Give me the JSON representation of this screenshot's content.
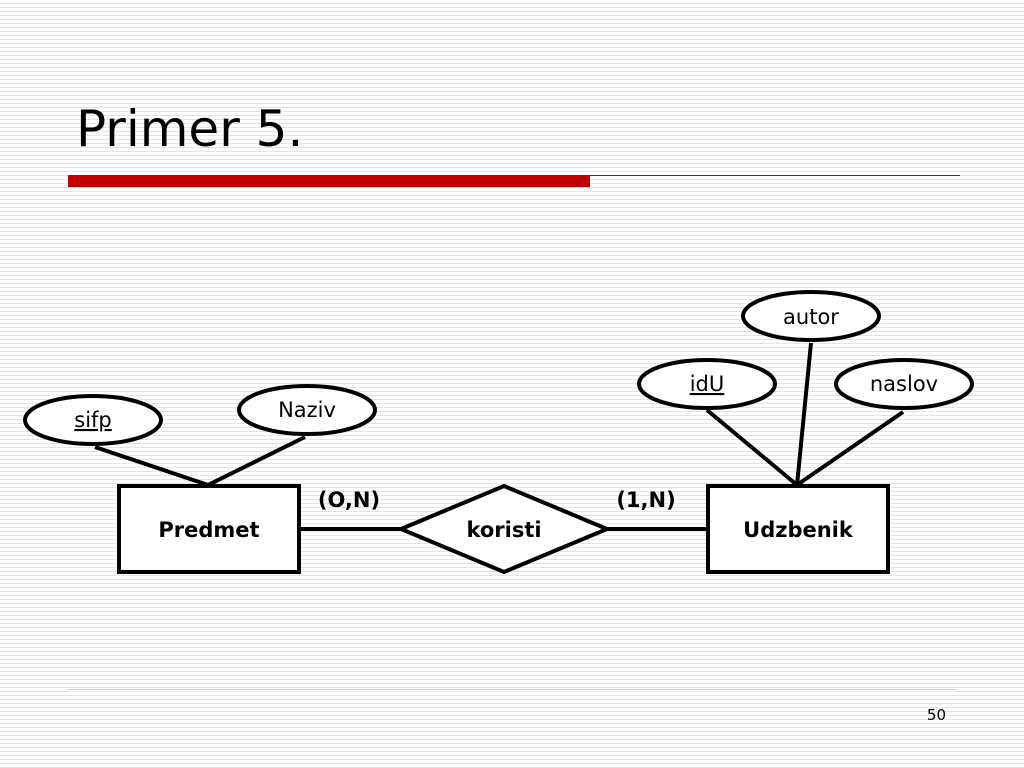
{
  "slide": {
    "title": "Primer 5.",
    "page_number": "50"
  },
  "diagram": {
    "entities": [
      {
        "id": "predmet",
        "label": "Predmet"
      },
      {
        "id": "udzbenik",
        "label": "Udzbenik"
      }
    ],
    "relationship": {
      "label": "koristi"
    },
    "cardinalities": {
      "predmet_side": "(O,N)",
      "udzbenik_side": "(1,N)"
    },
    "attributes": {
      "sifp": {
        "label": "sifp",
        "key": true
      },
      "naziv": {
        "label": "Naziv",
        "key": false
      },
      "idu": {
        "label": "idU",
        "key": true
      },
      "autor": {
        "label": "autor",
        "key": false
      },
      "naslov": {
        "label": "naslov",
        "key": false
      }
    }
  },
  "colors": {
    "accent_bar": "#c00000",
    "stroke": "#000000"
  }
}
